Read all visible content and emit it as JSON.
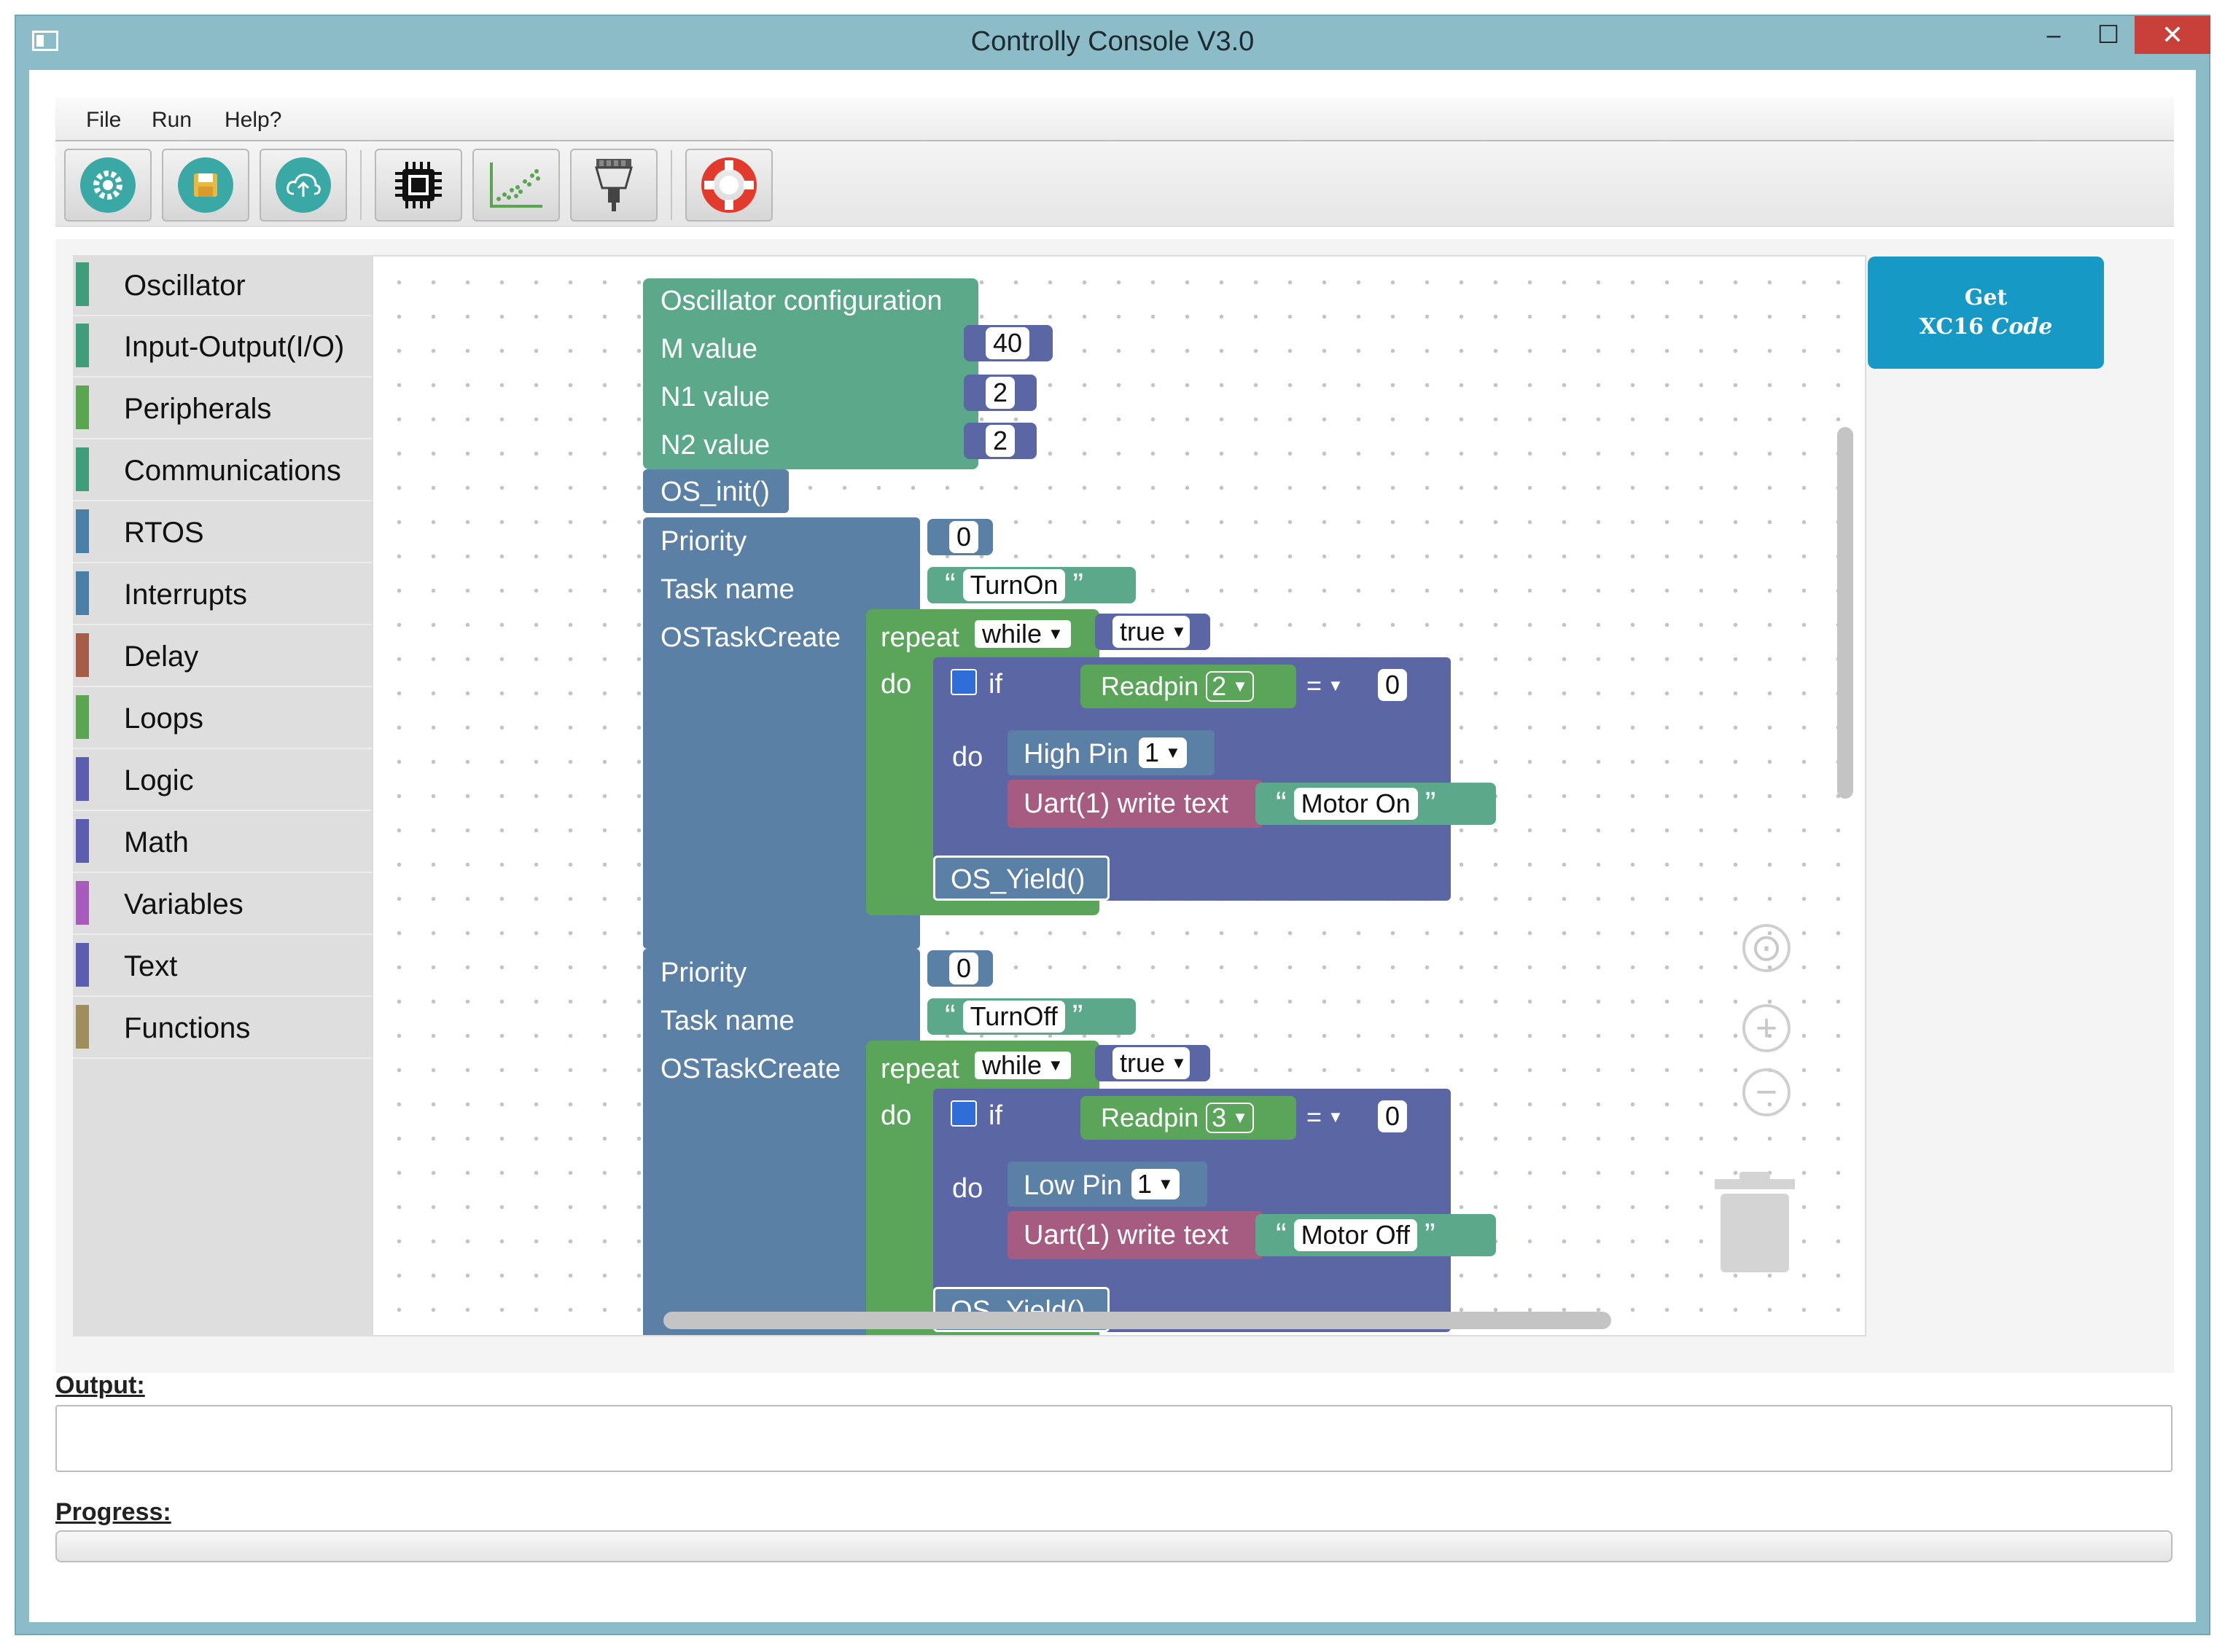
{
  "window": {
    "title": "Controlly Console V3.0",
    "minimize_glyph": "–",
    "maximize_glyph": "☐",
    "close_glyph": "✕"
  },
  "menu": [
    "File",
    "Run",
    "Help?"
  ],
  "toolbar": {
    "buttons": [
      "settings-icon",
      "save-icon",
      "cloud-upload-icon",
      "chip-icon",
      "chart-icon",
      "connector-icon",
      "lifebuoy-icon"
    ]
  },
  "categories": [
    {
      "label": "Oscillator",
      "color": "#3e9e7a"
    },
    {
      "label": "Input-Output(I/O)",
      "color": "#3e9e7a"
    },
    {
      "label": "Peripherals",
      "color": "#5aa550"
    },
    {
      "label": "Communications",
      "color": "#3e9e7a"
    },
    {
      "label": "RTOS",
      "color": "#4a7fa8"
    },
    {
      "label": "Interrupts",
      "color": "#4a7fa8"
    },
    {
      "label": "Delay",
      "color": "#a65c49"
    },
    {
      "label": "Loops",
      "color": "#5aa550"
    },
    {
      "label": "Logic",
      "color": "#5c5cb0"
    },
    {
      "label": "Math",
      "color": "#5c5cb0"
    },
    {
      "label": "Variables",
      "color": "#a85bbd"
    },
    {
      "label": "Text",
      "color": "#5c5cb0"
    },
    {
      "label": "Functions",
      "color": "#9f8d5c"
    }
  ],
  "blocks": {
    "oscillator": {
      "title": "Oscillator configuration",
      "m_label": "M value",
      "m_value": "40",
      "n1_label": "N1 value",
      "n1_value": "2",
      "n2_label": "N2 value",
      "n2_value": "2"
    },
    "os_init": "OS_init()",
    "task1": {
      "priority_label": "Priority",
      "priority": "0",
      "name_label": "Task name",
      "name": "TurnOn",
      "create_label": "OSTaskCreate",
      "repeat": "repeat",
      "while": "while",
      "true": "true",
      "do": "do",
      "if": "if",
      "readpin": "Readpin",
      "pin": "2",
      "op": "=",
      "cmp": "0",
      "do2": "do",
      "pin_action": "High Pin",
      "pin_action_num": "1",
      "uart": "Uart(1) write text",
      "uart_text": "Motor On",
      "yield": "OS_Yield()"
    },
    "task2": {
      "priority_label": "Priority",
      "priority": "0",
      "name_label": "Task name",
      "name": "TurnOff",
      "create_label": "OSTaskCreate",
      "repeat": "repeat",
      "while": "while",
      "true": "true",
      "do": "do",
      "if": "if",
      "readpin": "Readpin",
      "pin": "3",
      "op": "=",
      "cmp": "0",
      "do2": "do",
      "pin_action": "Low Pin",
      "pin_action_num": "1",
      "uart": "Uart(1) write text",
      "uart_text": "Motor Off",
      "yield": "OS_Yield()"
    },
    "quote_open": "“",
    "quote_close": "”",
    "dropdown_arrow": "▼"
  },
  "get_code": {
    "line1": "Get",
    "line2": "XC16",
    "line2_italic": "Code"
  },
  "workspace_controls": {
    "recenter": "⊙",
    "zoom_in": "+",
    "zoom_out": "−"
  },
  "output": {
    "label": "Output:",
    "value": ""
  },
  "progress": {
    "label": "Progress:",
    "percent": 0
  },
  "colors": {
    "oscillator_block": "#5ba98a",
    "rtos_block": "#5b80a5",
    "loop_block": "#5ba55b",
    "logic_block": "#5b67a5",
    "text_block": "#a65b80",
    "accent": "#1699c4"
  }
}
